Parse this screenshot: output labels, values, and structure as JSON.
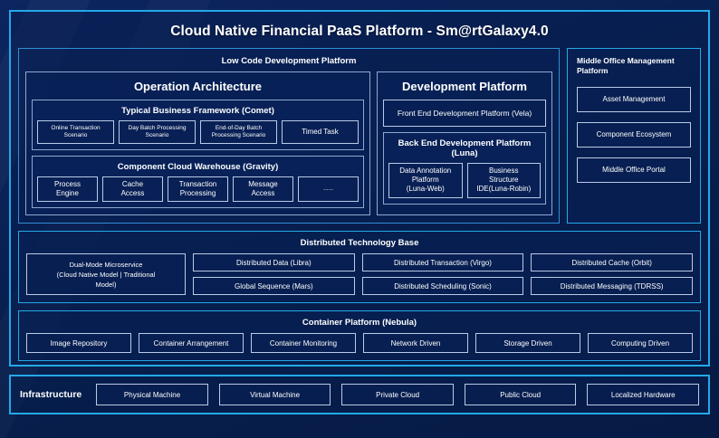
{
  "diagram": {
    "title": "Cloud Native Financial PaaS Platform - Sm@rtGalaxy4.0",
    "accent_border": "#23a9e8",
    "panel_border": "#8fa8cf",
    "chip_border": "#b9cbe6",
    "background": "#081c4a"
  },
  "low_code": {
    "heading": "Low Code Development Platform",
    "operation": {
      "title": "Operation Architecture",
      "business_framework": {
        "title": "Typical Business Framework (Comet)",
        "items": [
          "Online Transaction\nScenario",
          "Day Batch Processing\nScenario",
          "End-of-Day Batch\nProcessing Scenario",
          "Timed Task"
        ]
      },
      "component_warehouse": {
        "title": "Component Cloud Warehouse (Gravity)",
        "items": [
          "Process\nEngine",
          "Cache\nAccess",
          "Transaction\nProcessing",
          "Message\nAccess",
          "......"
        ]
      }
    },
    "development": {
      "title": "Development Platform",
      "front_end": "Front End Development Platform (Vela)",
      "back_end": {
        "title": "Back End Development Platform (Luna)",
        "items": [
          "Data Annotation\nPlatform\n(Luna-Web)",
          "Business\nStructure\nIDE(Luna-Robin)"
        ]
      }
    }
  },
  "middle_office": {
    "title": "Middle Office Management\nPlatform",
    "items": [
      "Asset Management",
      "Component Ecosystem",
      "Middle Office Portal"
    ]
  },
  "distributed_technology_base": {
    "heading": "Distributed Technology Base",
    "dual_mode": "Dual-Mode Microservice\n(Cloud Native Model | Traditional\nModel)",
    "cells": [
      "Distributed Data (Libra)",
      "Distributed Transaction (Virgo)",
      "Distributed Cache (Orbit)",
      "Global Sequence (Mars)",
      "Distributed Scheduling (Sonic)",
      "Distributed Messaging (TDRSS)"
    ]
  },
  "container_platform": {
    "heading": "Container Platform (Nebula)",
    "cells": [
      "Image Repository",
      "Container Arrangement",
      "Container Monitoring",
      "Network Driven",
      "Storage Driven",
      "Computing Driven"
    ]
  },
  "infrastructure": {
    "label": "Infrastructure",
    "cells": [
      "Physical Machine",
      "Virtual Machine",
      "Private Cloud",
      "Public Cloud",
      "Localized Hardware"
    ]
  }
}
